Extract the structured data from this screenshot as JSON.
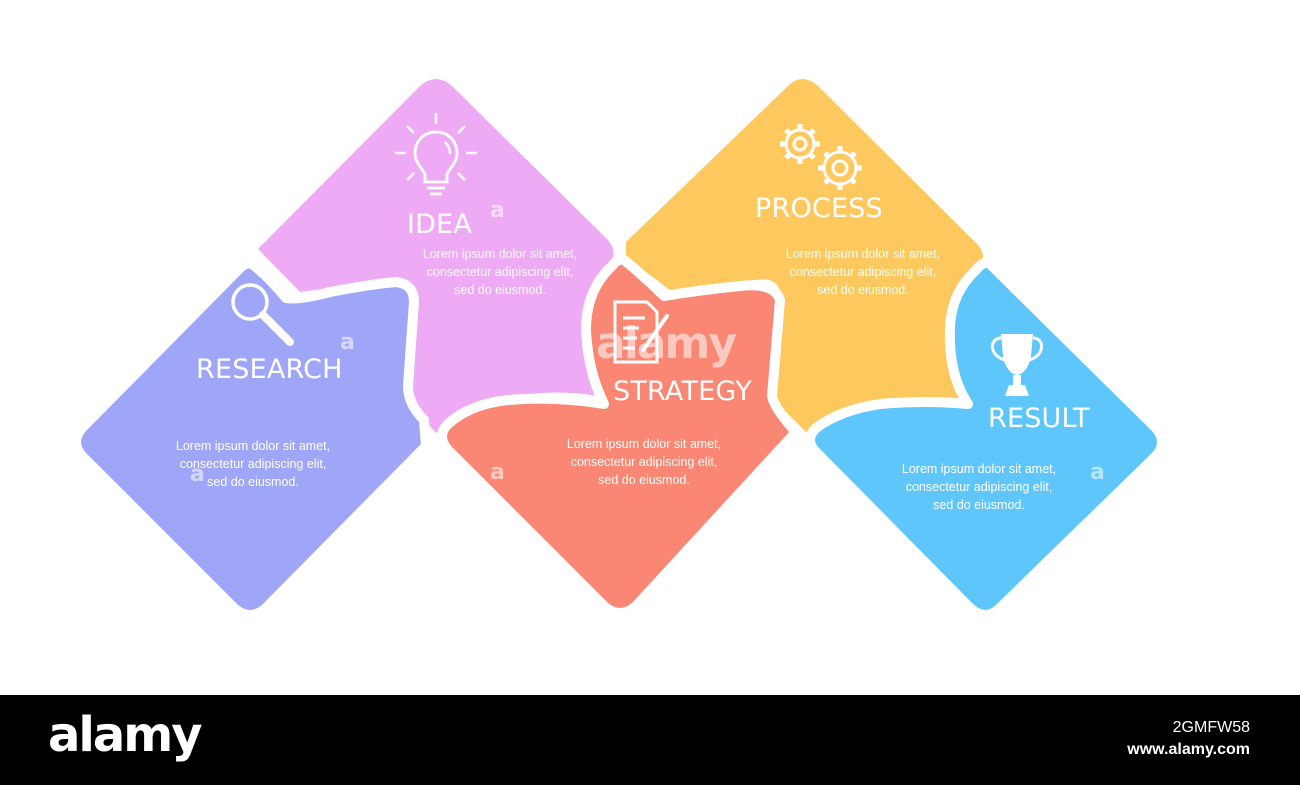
{
  "steps": [
    {
      "key": "research",
      "title": "RESEARCH",
      "icon": "magnifier-icon",
      "color": "#9fa6f7",
      "desc": [
        "Lorem ipsum dolor sit amet,",
        "consectetur adipiscing elit,",
        "sed do eiusmod."
      ]
    },
    {
      "key": "idea",
      "title": "IDEA",
      "icon": "lightbulb-icon",
      "color": "#eeaaf4",
      "desc": [
        "Lorem ipsum dolor sit amet,",
        "consectetur adipiscing elit,",
        "sed do eiusmod."
      ]
    },
    {
      "key": "strategy",
      "title": "STRATEGY",
      "icon": "document-icon",
      "color": "#f98773",
      "desc": [
        "Lorem ipsum dolor sit amet,",
        "consectetur adipiscing elit,",
        "sed do eiusmod."
      ]
    },
    {
      "key": "process",
      "title": "PROCESS",
      "icon": "gears-icon",
      "color": "#fdc95e",
      "desc": [
        "Lorem ipsum dolor sit amet,",
        "consectetur adipiscing elit,",
        "sed do eiusmod."
      ]
    },
    {
      "key": "result",
      "title": "RESULT",
      "icon": "trophy-icon",
      "color": "#5ec6fb",
      "desc": [
        "Lorem ipsum dolor sit amet,",
        "consectetur adipiscing elit,",
        "sed do eiusmod."
      ]
    }
  ],
  "watermark": {
    "letter": "a",
    "word": "alamy"
  },
  "footer": {
    "logo": "alamy",
    "image_id": "2GMFW58",
    "url": "www.alamy.com"
  }
}
